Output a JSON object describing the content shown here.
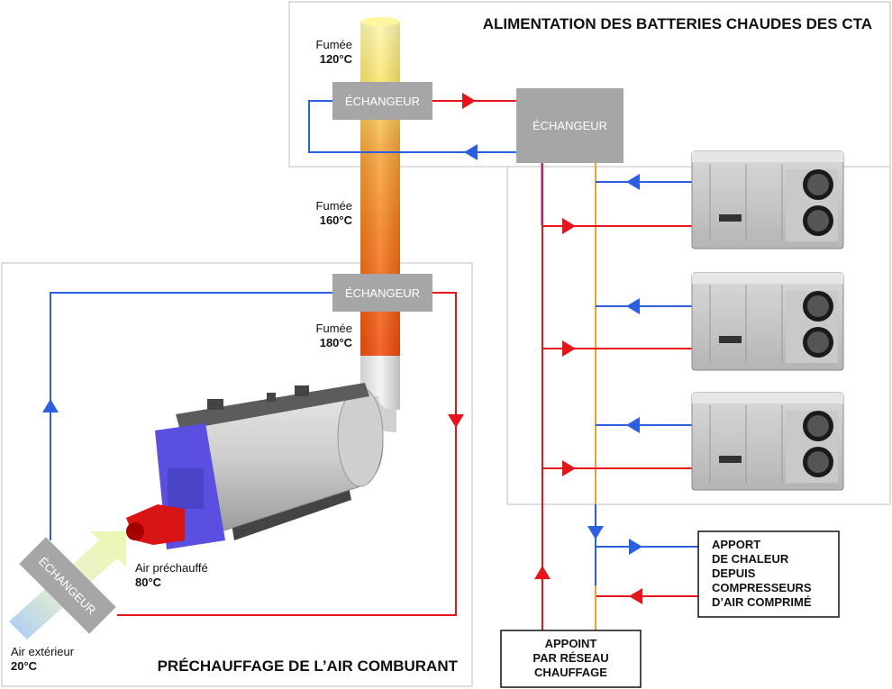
{
  "colors": {
    "hot": "#e8141c",
    "cold": "#2b5fe0",
    "exchanger": "#a6a6a6",
    "return_orange": "#f0a030",
    "return_purple": "#8a4fb8",
    "burner_plate": "#5a4fe0",
    "burner": "#d81414",
    "frame": "#bdbdbd"
  },
  "titles": {
    "top_right": "ALIMENTATION DES BATTERIES CHAUDES DES CTA",
    "bottom_left": "PRÉCHAUFFAGE DE L’AIR COMBURANT"
  },
  "exchangers": {
    "top_small": "ÉCHANGEUR",
    "top_big": "ÉCHANGEUR",
    "middle": "ÉCHANGEUR",
    "diagonal": "ÉCHANGEUR"
  },
  "smoke": [
    {
      "label": "Fumée",
      "temp": "120°C"
    },
    {
      "label": "Fumée",
      "temp": "160°C"
    },
    {
      "label": "Fumée",
      "temp": "180°C"
    }
  ],
  "air": {
    "outdoor_label": "Air extérieur",
    "outdoor_temp": "20°C",
    "preheated_label": "Air préchauffé",
    "preheated_temp": "80°C"
  },
  "boxes": {
    "heat_supply": [
      "APPORT",
      "DE CHALEUR",
      "DEPUIS",
      "COMPRESSEURS",
      "D’AIR COMPRIMÉ"
    ],
    "network_supply": [
      "APPOINT",
      "PAR RÉSEAU",
      "CHAUFFAGE"
    ]
  },
  "icons": {
    "arrow_right": "arrow-right-icon",
    "arrow_left": "arrow-left-icon",
    "arrow_up": "arrow-up-icon",
    "arrow_down": "arrow-down-icon"
  }
}
